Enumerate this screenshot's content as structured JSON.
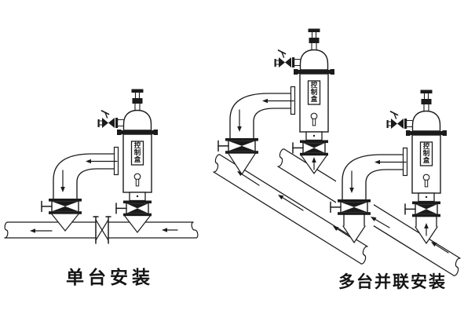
{
  "figures": {
    "single": {
      "caption": "单台安装"
    },
    "parallel": {
      "caption": "多台并联安装"
    }
  },
  "device": {
    "label": "控制盒",
    "label_chars": [
      "控",
      "制",
      "盒"
    ]
  },
  "colors": {
    "line": "#1b1b1b",
    "background": "#ffffff"
  }
}
